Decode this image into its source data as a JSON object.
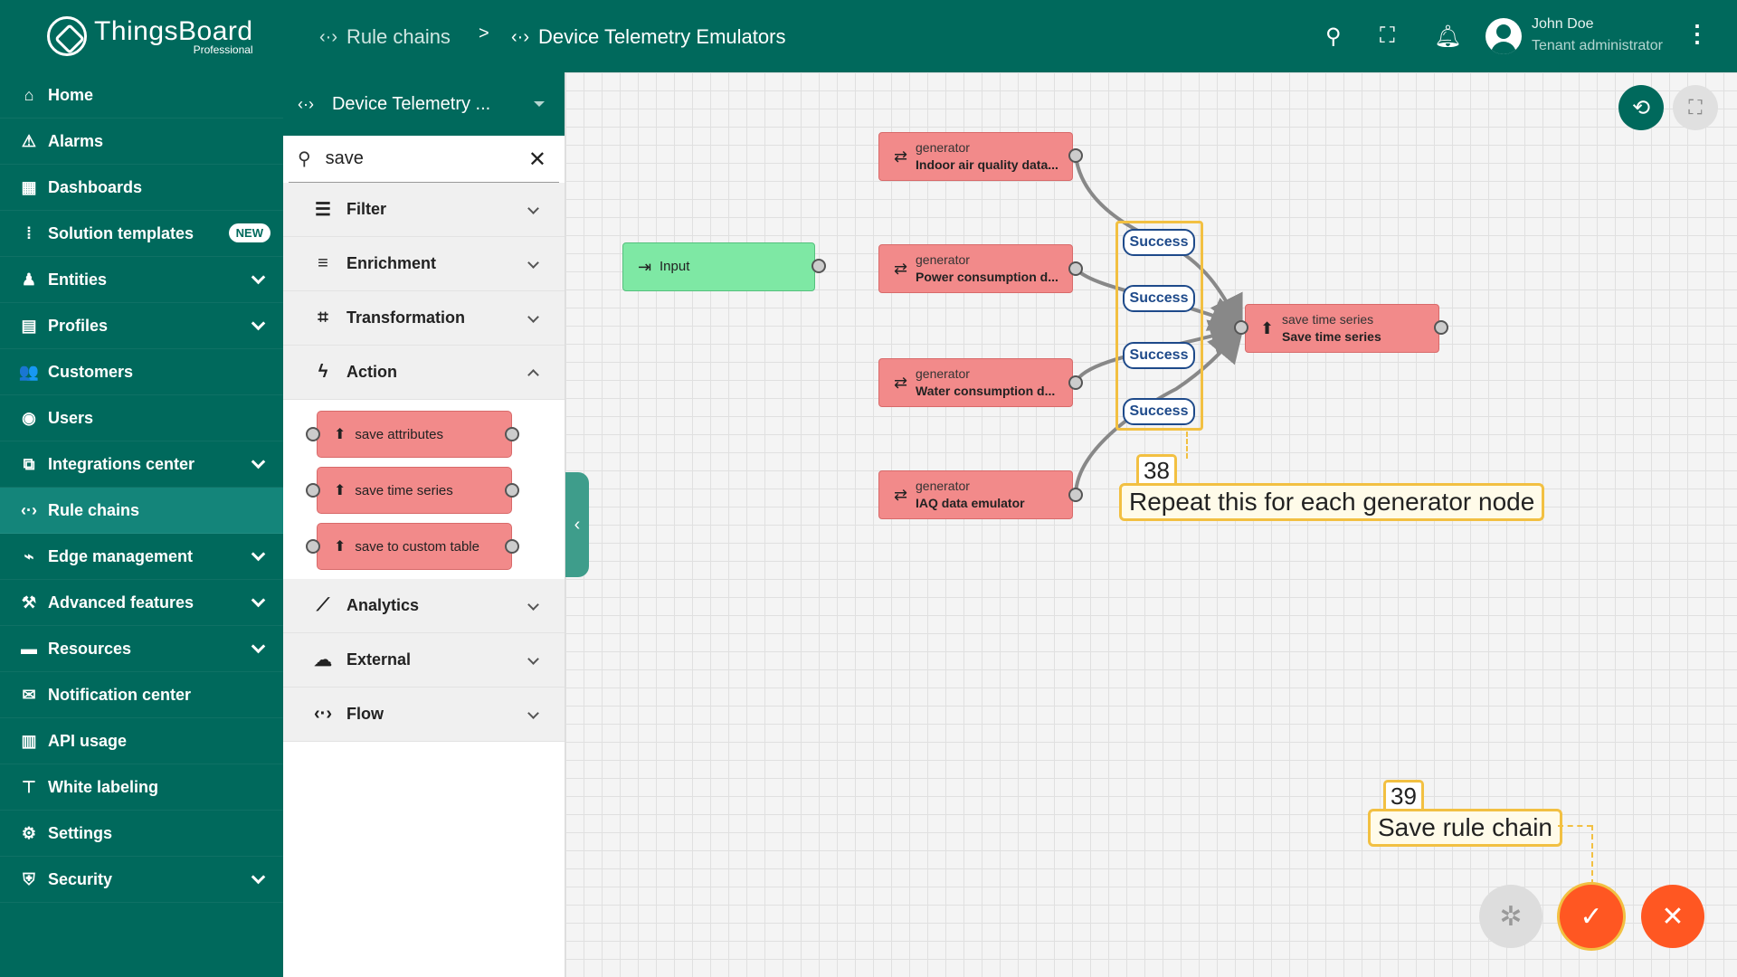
{
  "brand": {
    "name": "ThingsBoard",
    "edition": "Professional"
  },
  "sidebar": {
    "items": [
      {
        "label": "Home",
        "icon": "⌂"
      },
      {
        "label": "Alarms",
        "icon": "⚠"
      },
      {
        "label": "Dashboards",
        "icon": "▦"
      },
      {
        "label": "Solution templates",
        "icon": "⁞",
        "badge": "NEW"
      },
      {
        "label": "Entities",
        "icon": "♟"
      },
      {
        "label": "Profiles",
        "icon": "▤"
      },
      {
        "label": "Customers",
        "icon": "👥"
      },
      {
        "label": "Users",
        "icon": "◉"
      },
      {
        "label": "Integrations center",
        "icon": "⧉"
      },
      {
        "label": "Rule chains",
        "icon": "‹·›"
      },
      {
        "label": "Edge management",
        "icon": "⌁"
      },
      {
        "label": "Advanced features",
        "icon": "⚒"
      },
      {
        "label": "Resources",
        "icon": "▬"
      },
      {
        "label": "Notification center",
        "icon": "✉"
      },
      {
        "label": "API usage",
        "icon": "▥"
      },
      {
        "label": "White labeling",
        "icon": "⊤"
      },
      {
        "label": "Settings",
        "icon": "⚙"
      },
      {
        "label": "Security",
        "icon": "⛨"
      }
    ]
  },
  "topbar": {
    "crumb_root": "Rule chains",
    "crumb_sep": ">",
    "crumb_current": "Device Telemetry Emulators",
    "user_name": "John Doe",
    "user_role": "Tenant administrator"
  },
  "library": {
    "chain_name": "Device Telemetry ...",
    "search_value": "save",
    "categories": {
      "filter": "Filter",
      "enrichment": "Enrichment",
      "transformation": "Transformation",
      "action": "Action",
      "analytics": "Analytics",
      "external": "External",
      "flow": "Flow"
    },
    "action_nodes": [
      "save attributes",
      "save time series",
      "save to custom table"
    ]
  },
  "canvas": {
    "input_label": "Input",
    "nodes": [
      {
        "type": "generator",
        "name": "Indoor air quality data..."
      },
      {
        "type": "generator",
        "name": "Power consumption d..."
      },
      {
        "type": "generator",
        "name": "Water consumption d..."
      },
      {
        "type": "generator",
        "name": "IAQ data emulator"
      }
    ],
    "target": {
      "type": "save time series",
      "name": "Save time series"
    },
    "edge_labels": [
      "Success",
      "Success",
      "Success",
      "Success"
    ]
  },
  "callouts": {
    "step38_num": "38",
    "step38_text": "Repeat this for each generator node",
    "step39_num": "39",
    "step39_text": "Save rule chain"
  },
  "colors": {
    "primary": "#00695c",
    "node_action": "#f28a8a",
    "node_input": "#7ee8a4",
    "accent": "#ff5722",
    "highlight": "#f2c042"
  }
}
